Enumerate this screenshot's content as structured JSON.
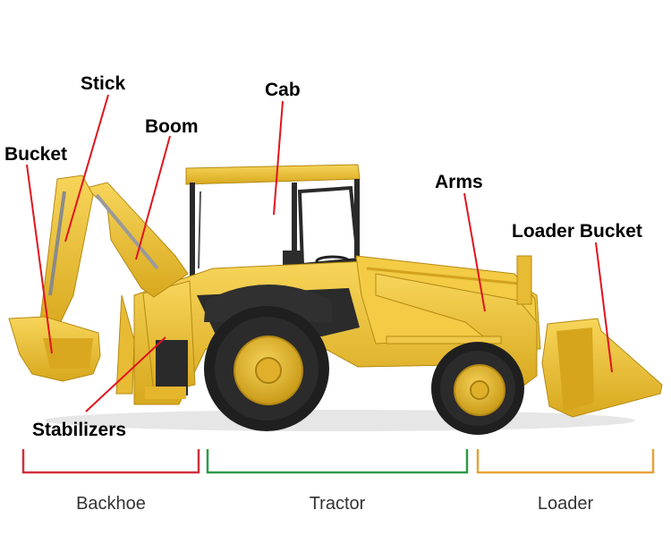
{
  "labels": {
    "stick": "Stick",
    "cab": "Cab",
    "boom": "Boom",
    "bucket": "Bucket",
    "arms": "Arms",
    "loader_bucket": "Loader Bucket",
    "stabilizers": "Stabilizers"
  },
  "sections": {
    "backhoe": {
      "label": "Backhoe",
      "color": "#d0303a"
    },
    "tractor": {
      "label": "Tractor",
      "color": "#2e9a4a"
    },
    "loader": {
      "label": "Loader",
      "color": "#e8a23a"
    }
  },
  "colors": {
    "body_yellow": "#f2c53d",
    "body_shade": "#d9a91f",
    "tire": "#1f1f1f",
    "hub": "#e3b52c",
    "pointer_line": "#e0141e"
  }
}
